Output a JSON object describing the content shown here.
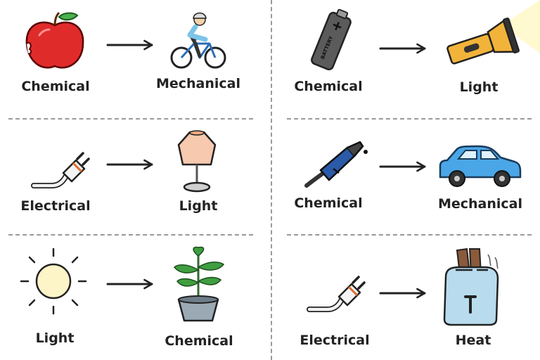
{
  "pairs": [
    {
      "from": "Chemical",
      "to": "Mechanical",
      "from_icon": "apple-icon",
      "to_icon": "cyclist-icon"
    },
    {
      "from": "Chemical",
      "to": "Light",
      "from_icon": "battery-icon",
      "to_icon": "flashlight-icon",
      "battery_text": "BATTERY"
    },
    {
      "from": "Electrical",
      "to": "Light",
      "from_icon": "plug-icon",
      "to_icon": "lamp-icon"
    },
    {
      "from": "Chemical",
      "to": "Mechanical",
      "from_icon": "fuel-nozzle-icon",
      "to_icon": "car-icon"
    },
    {
      "from": "Light",
      "to": "Chemical",
      "from_icon": "sun-icon",
      "to_icon": "plant-icon"
    },
    {
      "from": "Electrical",
      "to": "Heat",
      "from_icon": "plug-icon",
      "to_icon": "toaster-icon"
    }
  ],
  "colors": {
    "apple": "#e02b2b",
    "battery": "#555555",
    "flashlight": "#f2b33a",
    "lamp_shade": "#f7c9ae",
    "car": "#4aa6e6",
    "fuel_nozzle": "#2b5aa8",
    "sun": "#fdf4c8",
    "plant": "#3f9e3f",
    "toaster": "#b8dced"
  }
}
